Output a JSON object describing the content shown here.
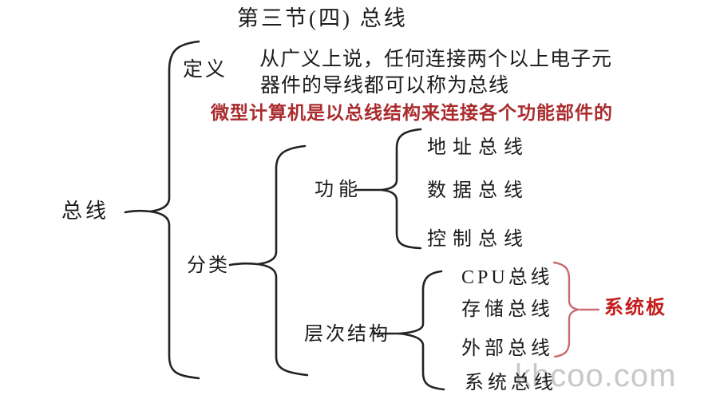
{
  "page": {
    "title": "第三节(四)  总线",
    "watermark": "khcoo.com"
  },
  "root": {
    "label": "总线"
  },
  "definition": {
    "label": "定义",
    "line1": "从广义上说，任何连接两个以上电子元",
    "line2": "器件的导线都可以称为总线",
    "note": "微型计算机是以总线结构来连接各个功能部件的"
  },
  "classification": {
    "label": "分类",
    "function": {
      "label": "功能",
      "items": [
        "地址总线",
        "数据总线",
        "控制总线"
      ]
    },
    "hierarchy": {
      "label": "层次结构",
      "items": [
        "CPU总线",
        "存储总线",
        "外部总线",
        "系统总线"
      ],
      "group_label": "系统板"
    }
  },
  "colors": {
    "ink": "#222222",
    "text": "#1b1b1b",
    "red_note": "#aa2b2e",
    "red_label": "#c41d1d",
    "red_brace": "#cb6b74",
    "watermark": "#c8c8c8",
    "bg": "#ffffff"
  }
}
